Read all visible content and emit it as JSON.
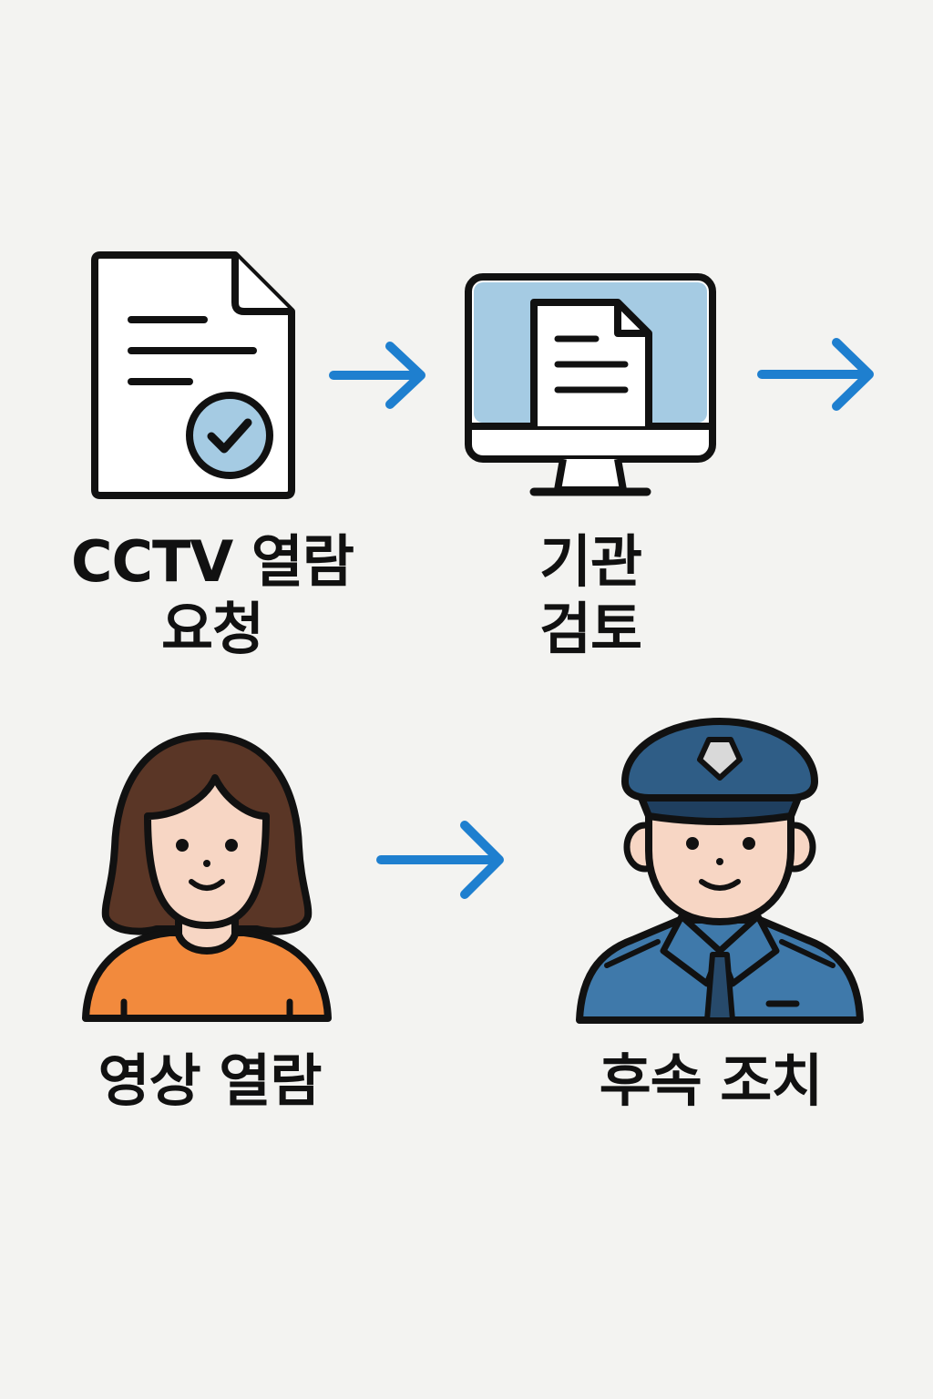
{
  "diagram": {
    "steps": [
      {
        "id": "request",
        "label_line1": "CCTV 열람",
        "label_line2": "요청",
        "icon": "document-check-icon"
      },
      {
        "id": "review",
        "label_line1": "기관",
        "label_line2": "검토",
        "icon": "monitor-document-icon"
      },
      {
        "id": "viewing",
        "label": "영상 열람",
        "icon": "woman-avatar-icon"
      },
      {
        "id": "followup",
        "label": "후속 조치",
        "icon": "police-officer-icon"
      }
    ],
    "colors": {
      "background": "#f3f3f1",
      "arrow": "#1e7fcf",
      "outline": "#111111",
      "screen": "#a5cbe3",
      "hair": "#5a3626",
      "skin": "#f7d6c4",
      "shirt_orange": "#f28a3d",
      "uniform": "#3f79aa",
      "cap": "#2f5d86"
    }
  }
}
